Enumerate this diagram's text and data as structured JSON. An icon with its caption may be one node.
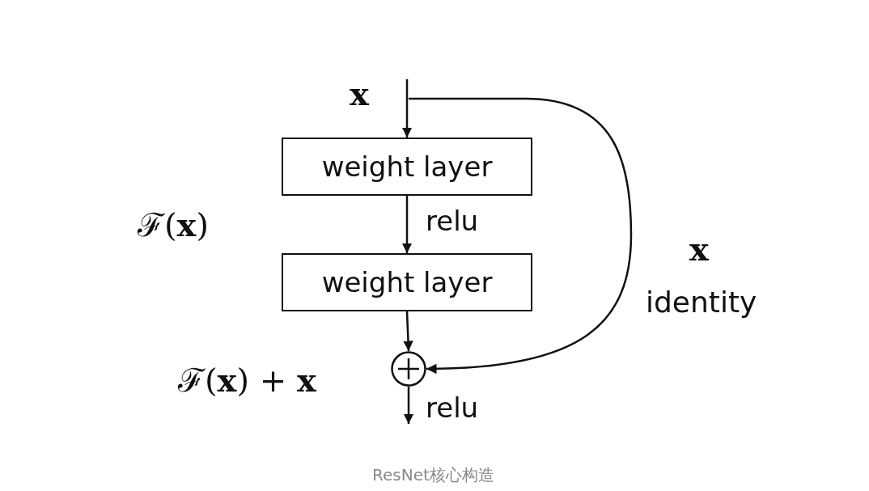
{
  "diagram": {
    "caption": "ResNet核心构造",
    "nodes": [
      {
        "text": [
          "weight layer"
        ]
      },
      {
        "text": [
          "weight layer"
        ]
      },
      {
        "text": [],
        "shape": "circle"
      }
    ],
    "edges": [
      {
        "from": null,
        "to": 0,
        "arrow": "to"
      },
      {
        "from": 0,
        "to": 1,
        "arrow": "to",
        "label": "relu"
      },
      {
        "from": 1,
        "to": 2,
        "arrow": "to"
      },
      {
        "from": 2,
        "to": null,
        "arrow": "to",
        "label": "relu"
      },
      {
        "from": null,
        "to": 2,
        "arrow": "to"
      }
    ],
    "labels": [
      "**x**",
      "ℱ(**x**)",
      "**x**",
      "identity",
      "ℱ(**x**) + **x**"
    ]
  }
}
